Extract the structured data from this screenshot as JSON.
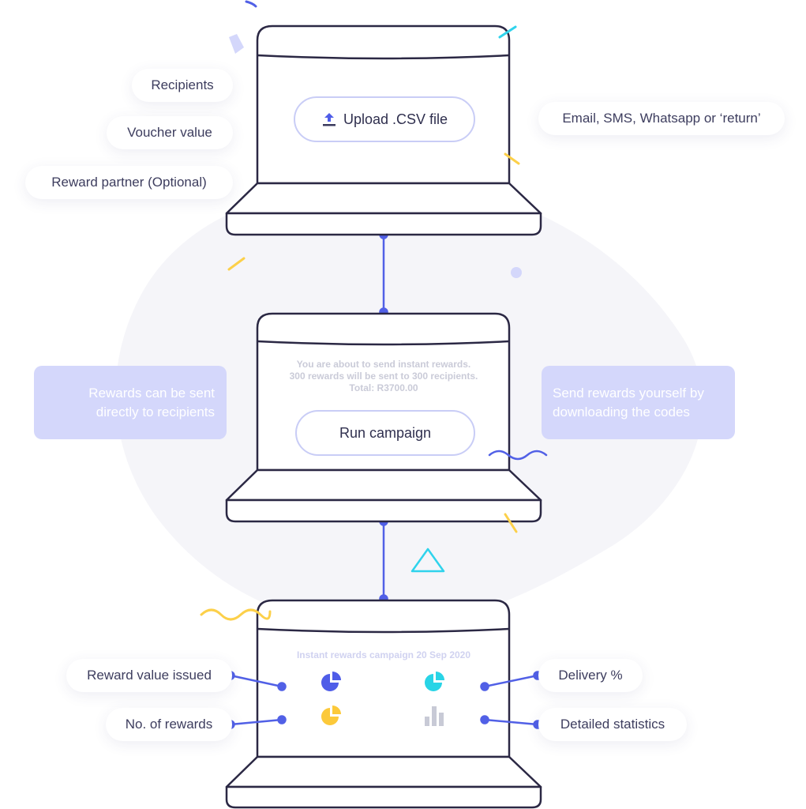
{
  "step1": {
    "upload_button": "Upload .CSV file",
    "left_labels": [
      "Recipients",
      "Voucher value",
      "Reward partner (Optional)"
    ],
    "right_label": "Email, SMS, Whatsapp or ‘return’"
  },
  "step2": {
    "message_line1": "You are about to send instant rewards.",
    "message_line2": "300 rewards will be sent to 300 recipients.",
    "message_line3": "Total: R3700.00",
    "run_button": "Run campaign",
    "left_note": "Rewards can be sent directly to recipients",
    "right_note": "Send rewards yourself by downloading the codes"
  },
  "step3": {
    "dashboard_title": "Instant rewards campaign 20 Sep 2020",
    "labels": {
      "reward_value": "Reward value issued",
      "no_of_rewards": "No. of rewards",
      "delivery": "Delivery %",
      "detailed_stats": "Detailed statistics"
    }
  },
  "colors": {
    "outline": "#2b2844",
    "connector": "#5160e6",
    "tile_blue": "#d2d6fb",
    "tile_cyan": "#ccf5fb",
    "tile_yellow": "#fff0c4",
    "tile_grey": "#eaeaf1",
    "pie_blue": "#4f5de8",
    "pie_cyan": "#28d4e6",
    "pie_yellow": "#fcc93a",
    "bars_grey": "#c8cad6",
    "accent_yellow": "#fcd04a",
    "accent_cyan": "#2fd3ec",
    "accent_blue": "#5160e6",
    "blob": "#f5f5f9"
  }
}
